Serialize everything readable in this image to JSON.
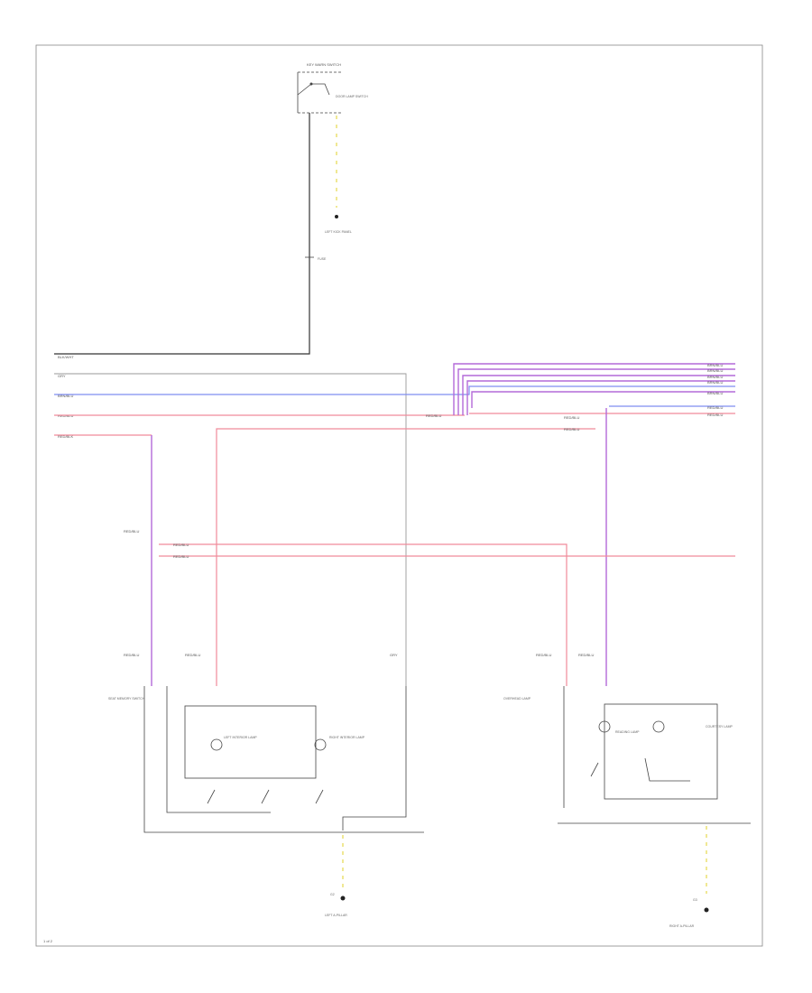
{
  "diagram": {
    "page_number": "1 of 2",
    "colors": {
      "black": "#333333",
      "gray": "#9a9a9a",
      "red": "#f08a9a",
      "violet": "#b36ad8",
      "blue": "#7f8df0",
      "yellow": "#e9df66"
    },
    "top_component": {
      "title": "KEY WARN SWITCH",
      "side_label": "DOOR LAMP SWITCH",
      "fuse_label": "FUSE",
      "junction_label": "LEFT KICK PANEL"
    },
    "left_bus": {
      "lines": [
        {
          "label": "BLK/WHT"
        },
        {
          "label": "GRY"
        },
        {
          "label": "BRN/BLU"
        },
        {
          "label": "RED/BLU"
        },
        {
          "label": "RED/BLK"
        }
      ]
    },
    "right_bus": {
      "lines": [
        {
          "label": "BRN/BLU"
        },
        {
          "label": "BRN/BLU"
        },
        {
          "label": "BRN/BLU"
        },
        {
          "label": "BRN/BLU"
        },
        {
          "label": "BRN/BLU"
        },
        {
          "label": "RED/BLU"
        },
        {
          "label": "RED/BLU"
        }
      ],
      "mid_label": "RED/BLU"
    },
    "mid_labels": {
      "a": "RED/BLU",
      "b": "RED/BLU",
      "c": "RED/BLU",
      "d": "RED/BLU",
      "e": "RED/BLU"
    },
    "left_module": {
      "title": "SEAT MEMORY SWITCH",
      "top_label": "RED/BLU",
      "top_label_2": "RED/BLU",
      "top_label_3": "GRY",
      "lamp_left": "LEFT INTERIOR LAMP",
      "lamp_right": "RIGHT INTERIOR LAMP",
      "ground_label": "G2",
      "ground_name": "LEFT A-PILLAR"
    },
    "right_module": {
      "title": "OVERHEAD LAMP",
      "top_label": "RED/BLU",
      "top_label_2": "RED/BLU",
      "lamp_left": "READING LAMP",
      "lamp_right": "COURTESY LAMP",
      "ground_label": "G3",
      "ground_name": "RIGHT A-PILLAR"
    }
  }
}
